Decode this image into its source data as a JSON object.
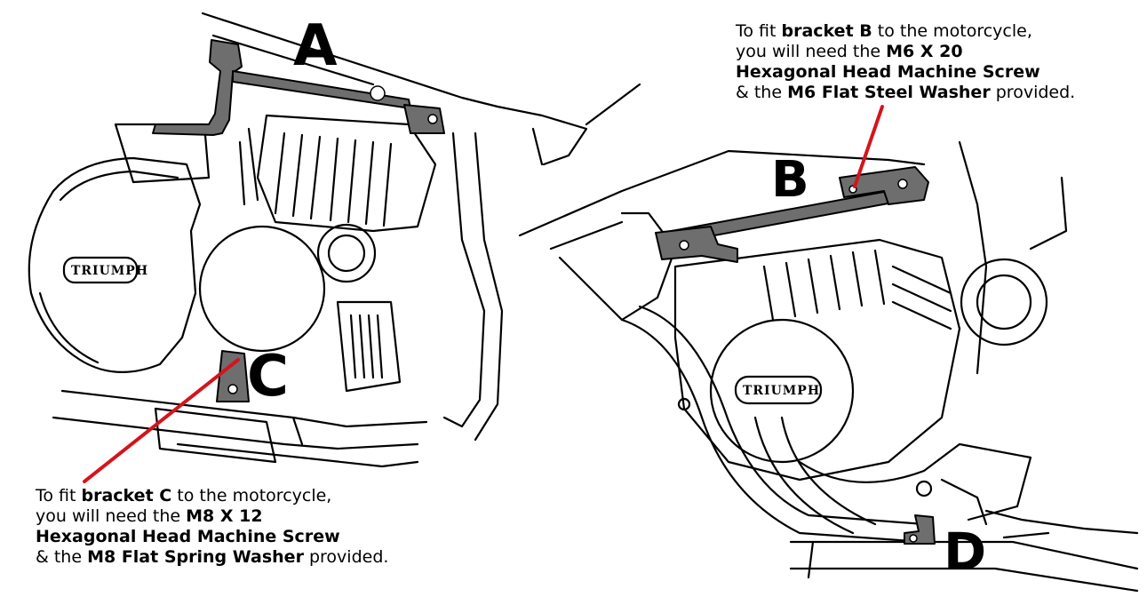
{
  "labels": {
    "a": "A",
    "b": "B",
    "c": "C",
    "d": "D"
  },
  "badges": {
    "left": "TRIUMPH",
    "right": "TRIUMPH"
  },
  "note_b": {
    "l1_pre": "To fit ",
    "l1_bold": "bracket B",
    "l1_post": " to the motorcycle,",
    "l2_pre": "you will need the ",
    "l2_bold": "M6 X 20",
    "l3_bold": "Hexagonal Head Machine Screw",
    "l4_pre": "& the ",
    "l4_bold": "M6 Flat Steel Washer",
    "l4_post": " provided."
  },
  "note_c": {
    "l1_pre": "To fit ",
    "l1_bold": "bracket C",
    "l1_post": " to the motorcycle,",
    "l2_pre": "you will need the ",
    "l2_bold": "M8 X 12",
    "l3_bold": "Hexagonal Head Machine Screw",
    "l4_pre": "& the ",
    "l4_bold": "M8 Flat Spring Washer",
    "l4_post": " provided."
  },
  "colors": {
    "line": "#000000",
    "bracket": "#6e6e6e",
    "pointer": "#d4141c",
    "fill": "#ffffff"
  }
}
